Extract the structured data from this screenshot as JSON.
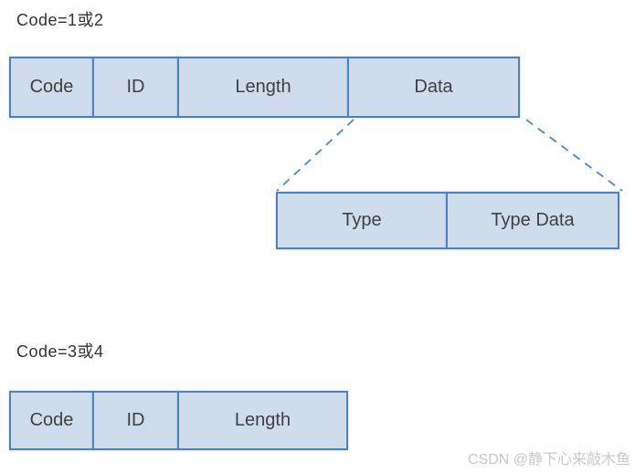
{
  "sections": {
    "first": {
      "caption": "Code=1或2",
      "packet_row": [
        "Code",
        "ID",
        "Length",
        "Data"
      ],
      "expanded_row": [
        "Type",
        "Type Data"
      ]
    },
    "second": {
      "caption": "Code=3或4",
      "packet_row": [
        "Code",
        "ID",
        "Length"
      ]
    }
  },
  "watermark": "CSDN @静下心来敲木鱼",
  "colors": {
    "cell_fill": "#cfdcec",
    "cell_border": "#4f81bd",
    "dashed_line": "#5b8fc6",
    "caption_text": "#333333",
    "cell_text": "#404040",
    "watermark_text": "#c9c9c9"
  }
}
